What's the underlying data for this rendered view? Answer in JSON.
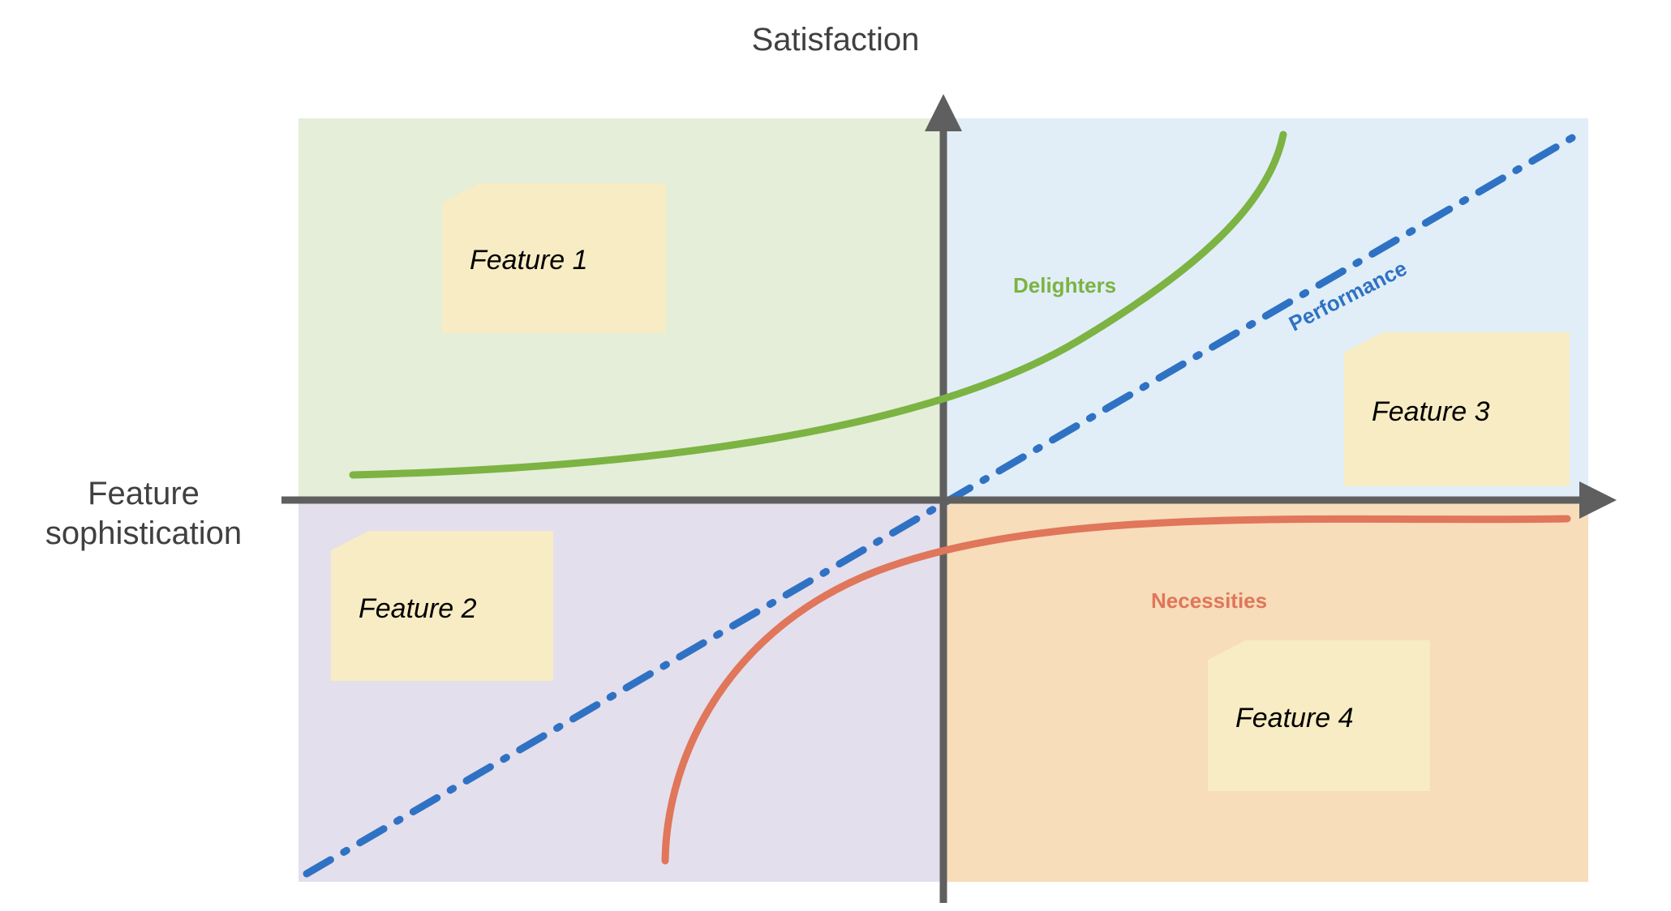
{
  "axes": {
    "y_title": "Satisfaction",
    "x_title": "Feature\nsophistication"
  },
  "curve_labels": {
    "delighters": "Delighters",
    "performance": "Performance",
    "necessities": "Necessities"
  },
  "notes": [
    {
      "label": "Feature 1",
      "quadrant": "top-left"
    },
    {
      "label": "Feature 2",
      "quadrant": "bottom-left"
    },
    {
      "label": "Feature 3",
      "quadrant": "top-right"
    },
    {
      "label": "Feature 4",
      "quadrant": "bottom-right"
    }
  ],
  "colors": {
    "quadrant_top_left": "#e4eed9",
    "quadrant_top_right": "#e1eef8",
    "quadrant_bottom_left": "#e4dfed",
    "quadrant_bottom_right": "#f7ddba",
    "axis": "#5f5f5f",
    "delighters_curve": "#7cb342",
    "performance_line": "#2f72c4",
    "necessities_curve": "#e0765a",
    "note_fill": "#f7ecc3",
    "note_text": "#000000",
    "axis_title_text": "#404040"
  },
  "chart_data": {
    "type": "line",
    "title": "Kano model",
    "xlabel": "Feature sophistication",
    "ylabel": "Satisfaction",
    "xlim": [
      0,
      100
    ],
    "ylim": [
      -100,
      100
    ],
    "grid": false,
    "legend": "inline-curve-labels",
    "quadrants": [
      {
        "name": "top-left",
        "color": "#e4eed9"
      },
      {
        "name": "top-right",
        "color": "#e1eef8"
      },
      {
        "name": "bottom-left",
        "color": "#e4dfed"
      },
      {
        "name": "bottom-right",
        "color": "#f7ddba"
      }
    ],
    "series": [
      {
        "name": "Delighters",
        "color": "#7cb342",
        "style": "solid",
        "shape": "exponential-rising",
        "x": [
          4,
          20,
          40,
          55,
          70,
          80,
          88,
          92,
          94,
          95
        ],
        "y": [
          8,
          10,
          14,
          20,
          32,
          48,
          68,
          84,
          94,
          100
        ]
      },
      {
        "name": "Performance",
        "color": "#2f72c4",
        "style": "dash-dot",
        "shape": "linear",
        "x": [
          2,
          100
        ],
        "y": [
          -95,
          100
        ]
      },
      {
        "name": "Necessities",
        "color": "#e0765a",
        "style": "solid",
        "shape": "logarithmic-saturating",
        "x": [
          29,
          32,
          38,
          46,
          56,
          68,
          80,
          90,
          97
        ],
        "y": [
          -95,
          -72,
          -52,
          -36,
          -24,
          -15,
          -10,
          -7,
          -5
        ]
      }
    ],
    "annotations": [
      {
        "text": "Delighters",
        "color": "#7cb342",
        "x": 38,
        "y": 62
      },
      {
        "text": "Performance",
        "color": "#2f72c4",
        "x": 78,
        "y": 47,
        "rotation": -27
      },
      {
        "text": "Necessities",
        "color": "#e0765a",
        "x": 62,
        "y": -30
      },
      {
        "text": "Feature 1",
        "x": 16,
        "y": 68
      },
      {
        "text": "Feature 2",
        "x": 6,
        "y": -30
      },
      {
        "text": "Feature 3",
        "x": 92,
        "y": 38
      },
      {
        "text": "Feature 4",
        "x": 77,
        "y": -62
      }
    ]
  }
}
